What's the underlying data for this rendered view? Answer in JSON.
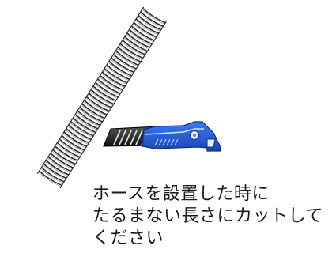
{
  "illustration": {
    "hose": {
      "icon": "corrugated-hose",
      "color": "#2a2a2a"
    },
    "cutter": {
      "icon": "utility-knife",
      "body_color": "#1f5fd8",
      "blade_color": "#222222"
    }
  },
  "instruction": {
    "lines": [
      "ホースを設置した時に",
      "たるまない長さにカットして",
      "ください"
    ]
  }
}
